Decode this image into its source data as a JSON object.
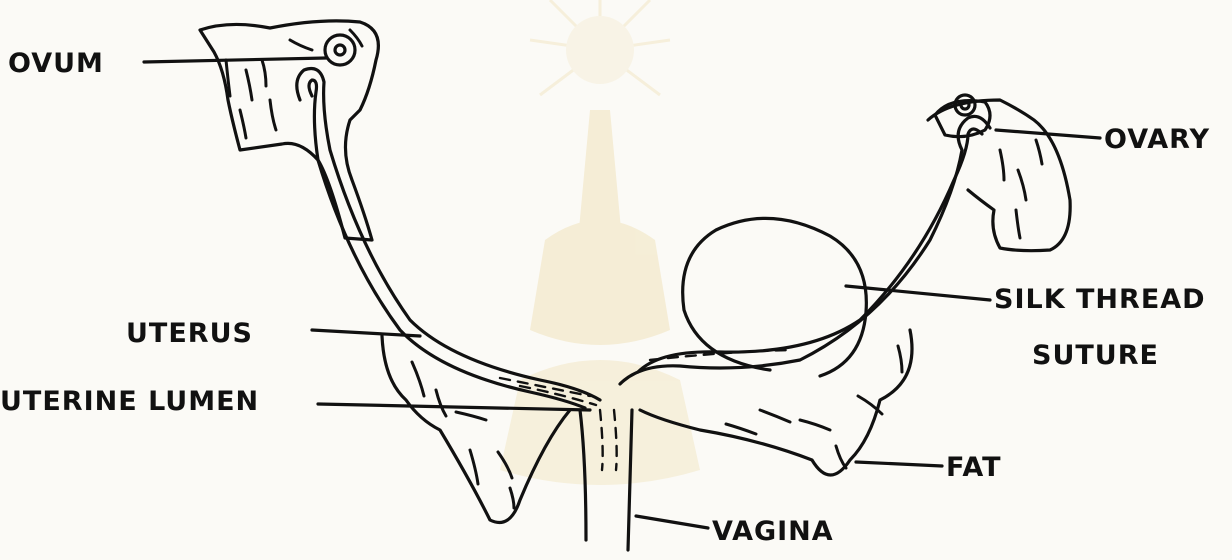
{
  "labels": {
    "ovum": "OVUM",
    "ovary": "OVARY",
    "uterus": "UTERUS",
    "uterine_lumen": "UTERINE LUMEN",
    "silk_thread": "SILK THREAD",
    "suture": "SUTURE",
    "fat": "FAT",
    "vagina": "VAGINA"
  },
  "colors": {
    "ink": "#111111",
    "paper": "#fbfaf6",
    "watermark": "#f3e7c6"
  }
}
